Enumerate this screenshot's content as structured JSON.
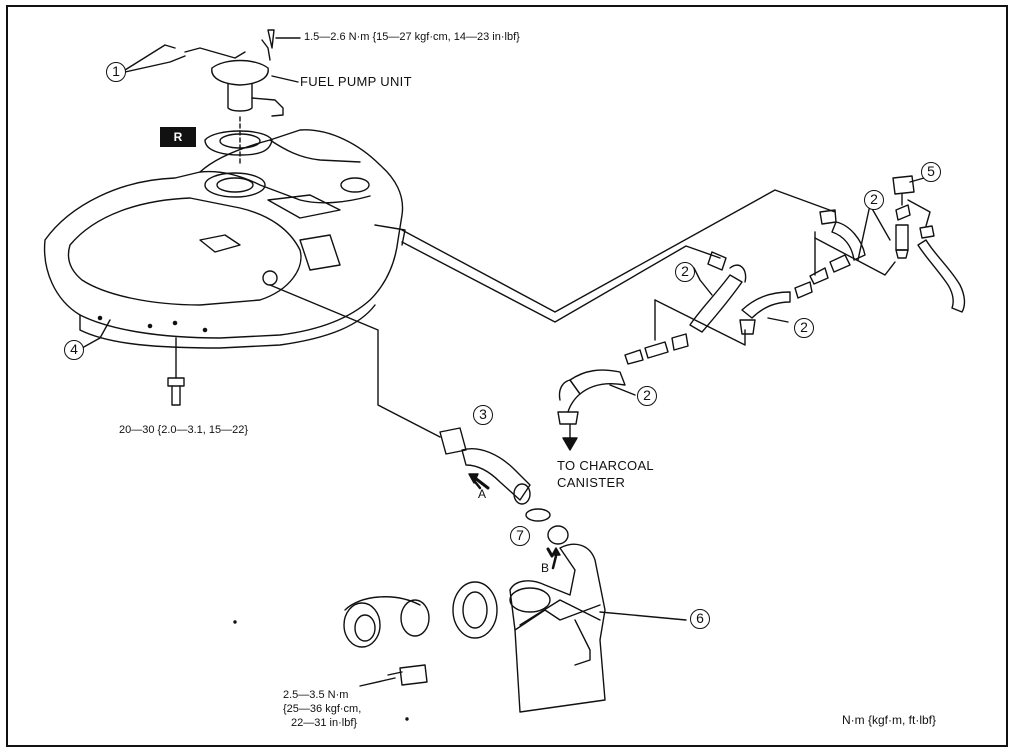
{
  "callouts": {
    "c1": "1",
    "c2a": "2",
    "c2b": "2",
    "c2c": "2",
    "c2d": "2",
    "c3": "3",
    "c4": "4",
    "c5": "5",
    "c6": "6",
    "c7": "7"
  },
  "labels": {
    "fuel_pump_unit": "FUEL PUMP UNIT",
    "torque_pump": "1.5—2.6 N·m {15—27 kgf·cm, 14—23 in·lbf}",
    "torque_bolt": "20—30 {2.0—3.1, 15—22}",
    "torque_filler_1": "2.5—3.5 N·m",
    "torque_filler_2": "{25—36 kgf·cm,",
    "torque_filler_3": "22—31 in·lbf}",
    "to_charcoal_1": "TO CHARCOAL",
    "to_charcoal_2": "CANISTER",
    "r_box": "R",
    "arrow_a": "A",
    "arrow_b": "B",
    "units": "N·m {kgf·m, ft·lbf}"
  }
}
